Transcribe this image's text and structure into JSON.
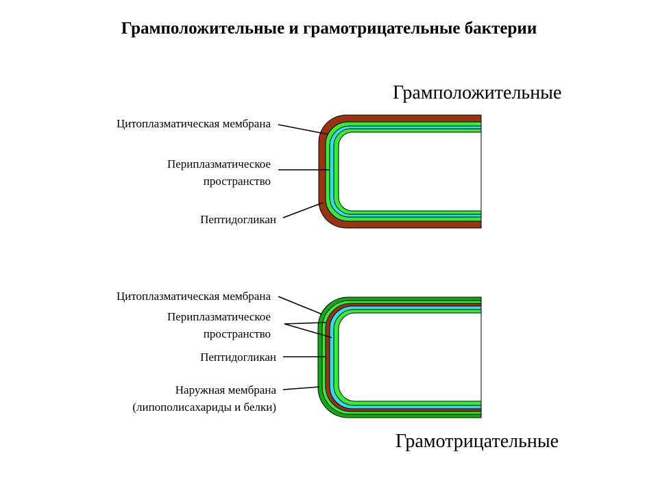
{
  "title": "Грамположительные и грамотрицательные бактерии",
  "gram_positive": {
    "heading": "Грамположительные",
    "labels": {
      "cytoplasmic_membrane": "Цитоплазматическая мембрана",
      "periplasmic_space_line1": "Периплазматическое",
      "periplasmic_space_line2": "пространство",
      "peptidoglycan": "Пептидогликан"
    }
  },
  "gram_negative": {
    "heading": "Грамотрицательные",
    "labels": {
      "cytoplasmic_membrane": "Цитоплазматическая мембрана",
      "periplasmic_space_line1": "Периплазматическое",
      "periplasmic_space_line2": "пространство",
      "peptidoglycan": "Пептидогликан",
      "outer_membrane_line1": "Наружная мембрана",
      "outer_membrane_line2": "(липополисахариды и белки)"
    }
  },
  "colors": {
    "peptidoglycan": "#993311",
    "membrane": "#33ee33",
    "periplasm": "#33ddee",
    "outer_membrane": "#11aa11",
    "outline": "#000000",
    "leader_line": "#000000"
  }
}
